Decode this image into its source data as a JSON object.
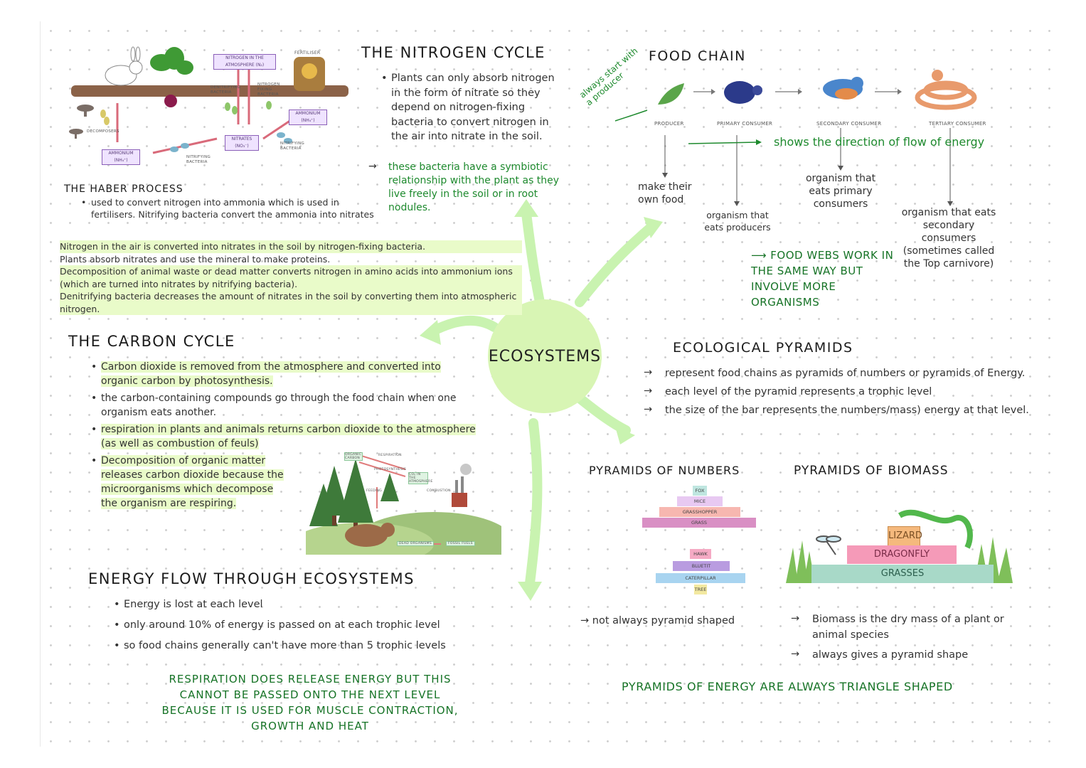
{
  "center": "ECOSYSTEMS",
  "nitrogen": {
    "title": "THE NITROGEN CYCLE",
    "bullet": "Plants can only absorb nitrogen in the form of nitrate so they depend on nitrogen-fixing bacteria to convert nitrogen in the air into nitrate in the soil.",
    "note": "these bacteria have a symbiotic relationship with the plant as they live freely in the soil or in root nodules.",
    "diagram_labels": {
      "atmosphere": "NITROGEN IN THE ATMOSPHERE (N₂)",
      "fertiliser": "FERTILISER",
      "denitrifying": "DENITRIFYING BACTERIA",
      "fixing": "NITROGEN FIXING BACTERIA",
      "ammonium_top": "AMMONIUM (NH₄⁺)",
      "decomposers": "DECOMPOSERS",
      "nitrates": "NITRATES (NO₃⁻)",
      "nitrifying_right": "NITRIFYING BACTERIA",
      "ammonium_bottom": "AMMONIUM (NH₄⁺)",
      "nitrifying_bottom": "NITRIFYING BACTERIA"
    }
  },
  "haber": {
    "title": "THE HABER PROCESS",
    "bullet": "used to convert nitrogen into ammonia which is used in fertilisers. Nitrifying bacteria convert the ammonia into nitrates"
  },
  "nitrogen_summary": [
    "Nitrogen in the air is converted into nitrates in the soil by nitrogen-fixing bacteria.",
    "Plants absorb nitrates and use the mineral to make proteins.",
    "Decomposition of animal waste or dead matter converts nitrogen in amino acids into ammonium ions (which are turned into nitrates by nitrifying bacteria).",
    "Denitrifying bacteria decreases the amount of nitrates in the soil by converting them into atmospheric nitrogen."
  ],
  "food_chain": {
    "title": "FOOD CHAIN",
    "side_note": "always start with a producer",
    "levels": [
      "PRODUCER",
      "PRIMARY CONSUMER",
      "SECONDARY CONSUMER",
      "TERTIARY CONSUMER"
    ],
    "arrow_note": "shows the direction of flow of energy",
    "desc_producer": "make their own food",
    "desc_primary": "organism that eats producers",
    "desc_secondary": "organism that eats primary consumers",
    "desc_tertiary": "organism that eats secondary consumers (sometimes called the Top carnivore)",
    "webs": "FOOD WEBS WORK IN THE SAME WAY BUT INVOLVE MORE ORGANISMS"
  },
  "carbon": {
    "title": "THE CARBON CYCLE",
    "bullets": [
      "Carbon dioxide is removed from the atmosphere and converted into organic carbon by photosynthesis.",
      "the carbon-containing compounds go through the food chain when one organism eats another.",
      "respiration in plants and animals returns carbon dioxide to the atmosphere (as well as combustion of feuls)",
      "Decomposition of organic matter releases carbon dioxide because the microorganisms which decompose the organism are respiring."
    ],
    "diagram_labels": {
      "organic": "ORGANIC CARBON",
      "respiration": "RESPIRATION",
      "photosynthesis": "PHOTOSYNTHESIS",
      "co2": "CO₂ IN THE ATMOSPHERE",
      "feeding": "FEEDING",
      "combustion": "COMBUSTION",
      "dead": "DEAD ORGANISMS",
      "fossil": "FOSSIL FUELS"
    }
  },
  "pyramids": {
    "title": "ECOLOGICAL PYRAMIDS",
    "points": [
      "represent food chains as pyramids of numbers or pyramids of Energy.",
      "each level of the pyramid represents a trophic level",
      "the size of the bar represents the numbers/mass) energy at that level."
    ],
    "numbers_title": "PYRAMIDS OF NUMBERS",
    "numbers1": [
      "FOX",
      "MICE",
      "GRASSHOPPER",
      "GRASS"
    ],
    "numbers2": [
      "HAWK",
      "BLUETIT",
      "CATERPILLAR",
      "TREE"
    ],
    "numbers_note": "not always pyramid shaped",
    "biomass_title": "PYRAMIDS OF BIOMASS",
    "biomass": [
      "LIZARD",
      "DRAGONFLY",
      "GRASSES"
    ],
    "biomass_notes": [
      "Biomass is the dry mass of a plant or animal species",
      "always gives a pyramid shape"
    ],
    "energy_note": "PYRAMIDS OF ENERGY ARE ALWAYS TRIANGLE SHAPED"
  },
  "energy": {
    "title": "ENERGY FLOW THROUGH ECOSYSTEMS",
    "bullets": [
      "Energy is lost at each level",
      "only around 10% of energy is passed on at each trophic level",
      "so food chains generally can't have more than 5 trophic levels"
    ],
    "note": "RESPIRATION DOES RELEASE ENERGY BUT THIS CANNOT BE PASSED ONTO THE NEXT LEVEL BECAUSE IT IS USED FOR MUSCLE CONTRACTION, GROWTH AND HEAT"
  },
  "colors": {
    "accent_green": "#1e8a2e",
    "highlight": "#e9fbc9",
    "blob": "#d8f5b4",
    "arrow": "#c9f3b0"
  }
}
